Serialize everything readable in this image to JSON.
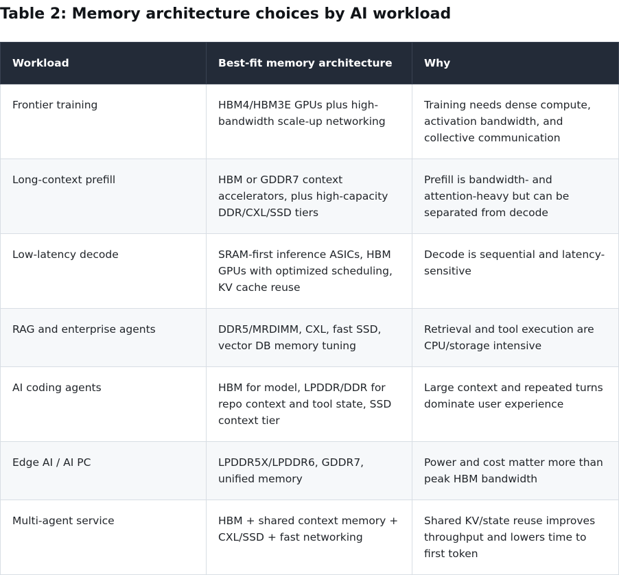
{
  "title": "Table 2: Memory architecture choices by AI workload",
  "table": {
    "headers": [
      "Workload",
      "Best-fit memory architecture",
      "Why"
    ],
    "rows": [
      [
        "Frontier training",
        "HBM4/HBM3E GPUs plus high-bandwidth scale-up networking",
        "Training needs dense compute, activation bandwidth, and collective communication"
      ],
      [
        "Long-context prefill",
        "HBM or GDDR7 context accelerators, plus high-capacity DDR/CXL/SSD tiers",
        "Prefill is bandwidth- and attention-heavy but can be separated from decode"
      ],
      [
        "Low-latency decode",
        "SRAM-first inference ASICs, HBM GPUs with optimized scheduling, KV cache reuse",
        "Decode is sequential and latency-sensitive"
      ],
      [
        "RAG and enterprise agents",
        "DDR5/MRDIMM, CXL, fast SSD, vector DB memory tuning",
        "Retrieval and tool execution are CPU/storage intensive"
      ],
      [
        "AI coding agents",
        "HBM for model, LPDDR/DDR for repo context and tool state, SSD context tier",
        "Large context and repeated turns dominate user experience"
      ],
      [
        "Edge AI / AI PC",
        "LPDDR5X/LPDDR6, GDDR7, unified memory",
        "Power and cost matter more than peak HBM bandwidth"
      ],
      [
        "Multi-agent service",
        "HBM + shared context memory + CXL/SSD + fast networking",
        "Shared KV/state reuse improves throughput and lowers time to first token"
      ]
    ]
  }
}
